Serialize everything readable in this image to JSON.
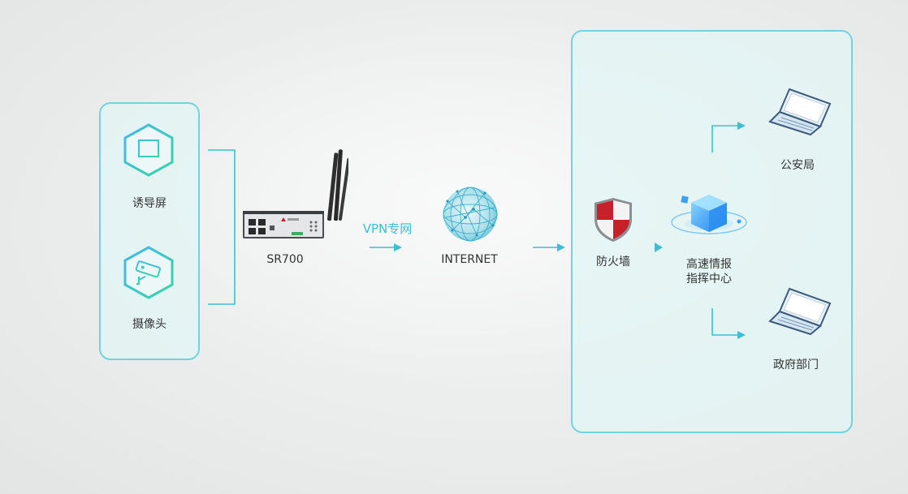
{
  "left_group": {
    "items": [
      {
        "label": "诱导屏",
        "icon": "display-screen-icon"
      },
      {
        "label": "摄像头",
        "icon": "security-camera-icon"
      }
    ]
  },
  "router": {
    "label": "SR700",
    "icon": "router-icon"
  },
  "link": {
    "label": "VPN专网"
  },
  "internet": {
    "label": "INTERNET",
    "icon": "globe-network-icon"
  },
  "right_group": {
    "firewall": {
      "label": "防火墙",
      "icon": "shield-icon"
    },
    "center": {
      "label_line1": "高速情报",
      "label_line2": "指挥中心",
      "icon": "data-cube-icon"
    },
    "targets": [
      {
        "label": "公安局",
        "icon": "laptop-icon"
      },
      {
        "label": "政府部门",
        "icon": "laptop-icon"
      }
    ]
  },
  "colors": {
    "accent": "#3cbfd3",
    "panel_border": "#73d3dc",
    "hex_gradient_start": "#44c2e6",
    "hex_gradient_end": "#3ad8a8",
    "shield_red": "#c8202a"
  }
}
